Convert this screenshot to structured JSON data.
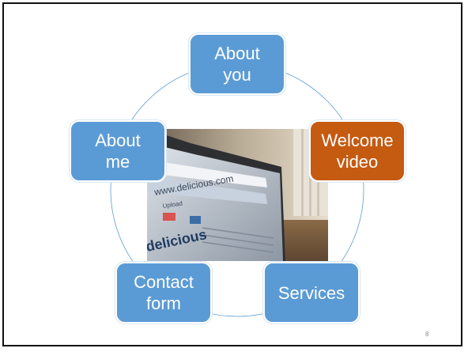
{
  "slide": {
    "nodes": {
      "top": "About\nyou",
      "upper_right": "Welcome\nvideo",
      "lower_right": "Services",
      "lower_left": "Contact\nform",
      "upper_left": "About\nme"
    },
    "photo_text": {
      "url": "www.delicious.com",
      "logo": "delicious",
      "tab": "Upload"
    },
    "page_number": "8"
  },
  "colors": {
    "node_fill": "#5b9bd5",
    "accent_fill": "#c55a11",
    "ring": "#5b9bd5"
  }
}
